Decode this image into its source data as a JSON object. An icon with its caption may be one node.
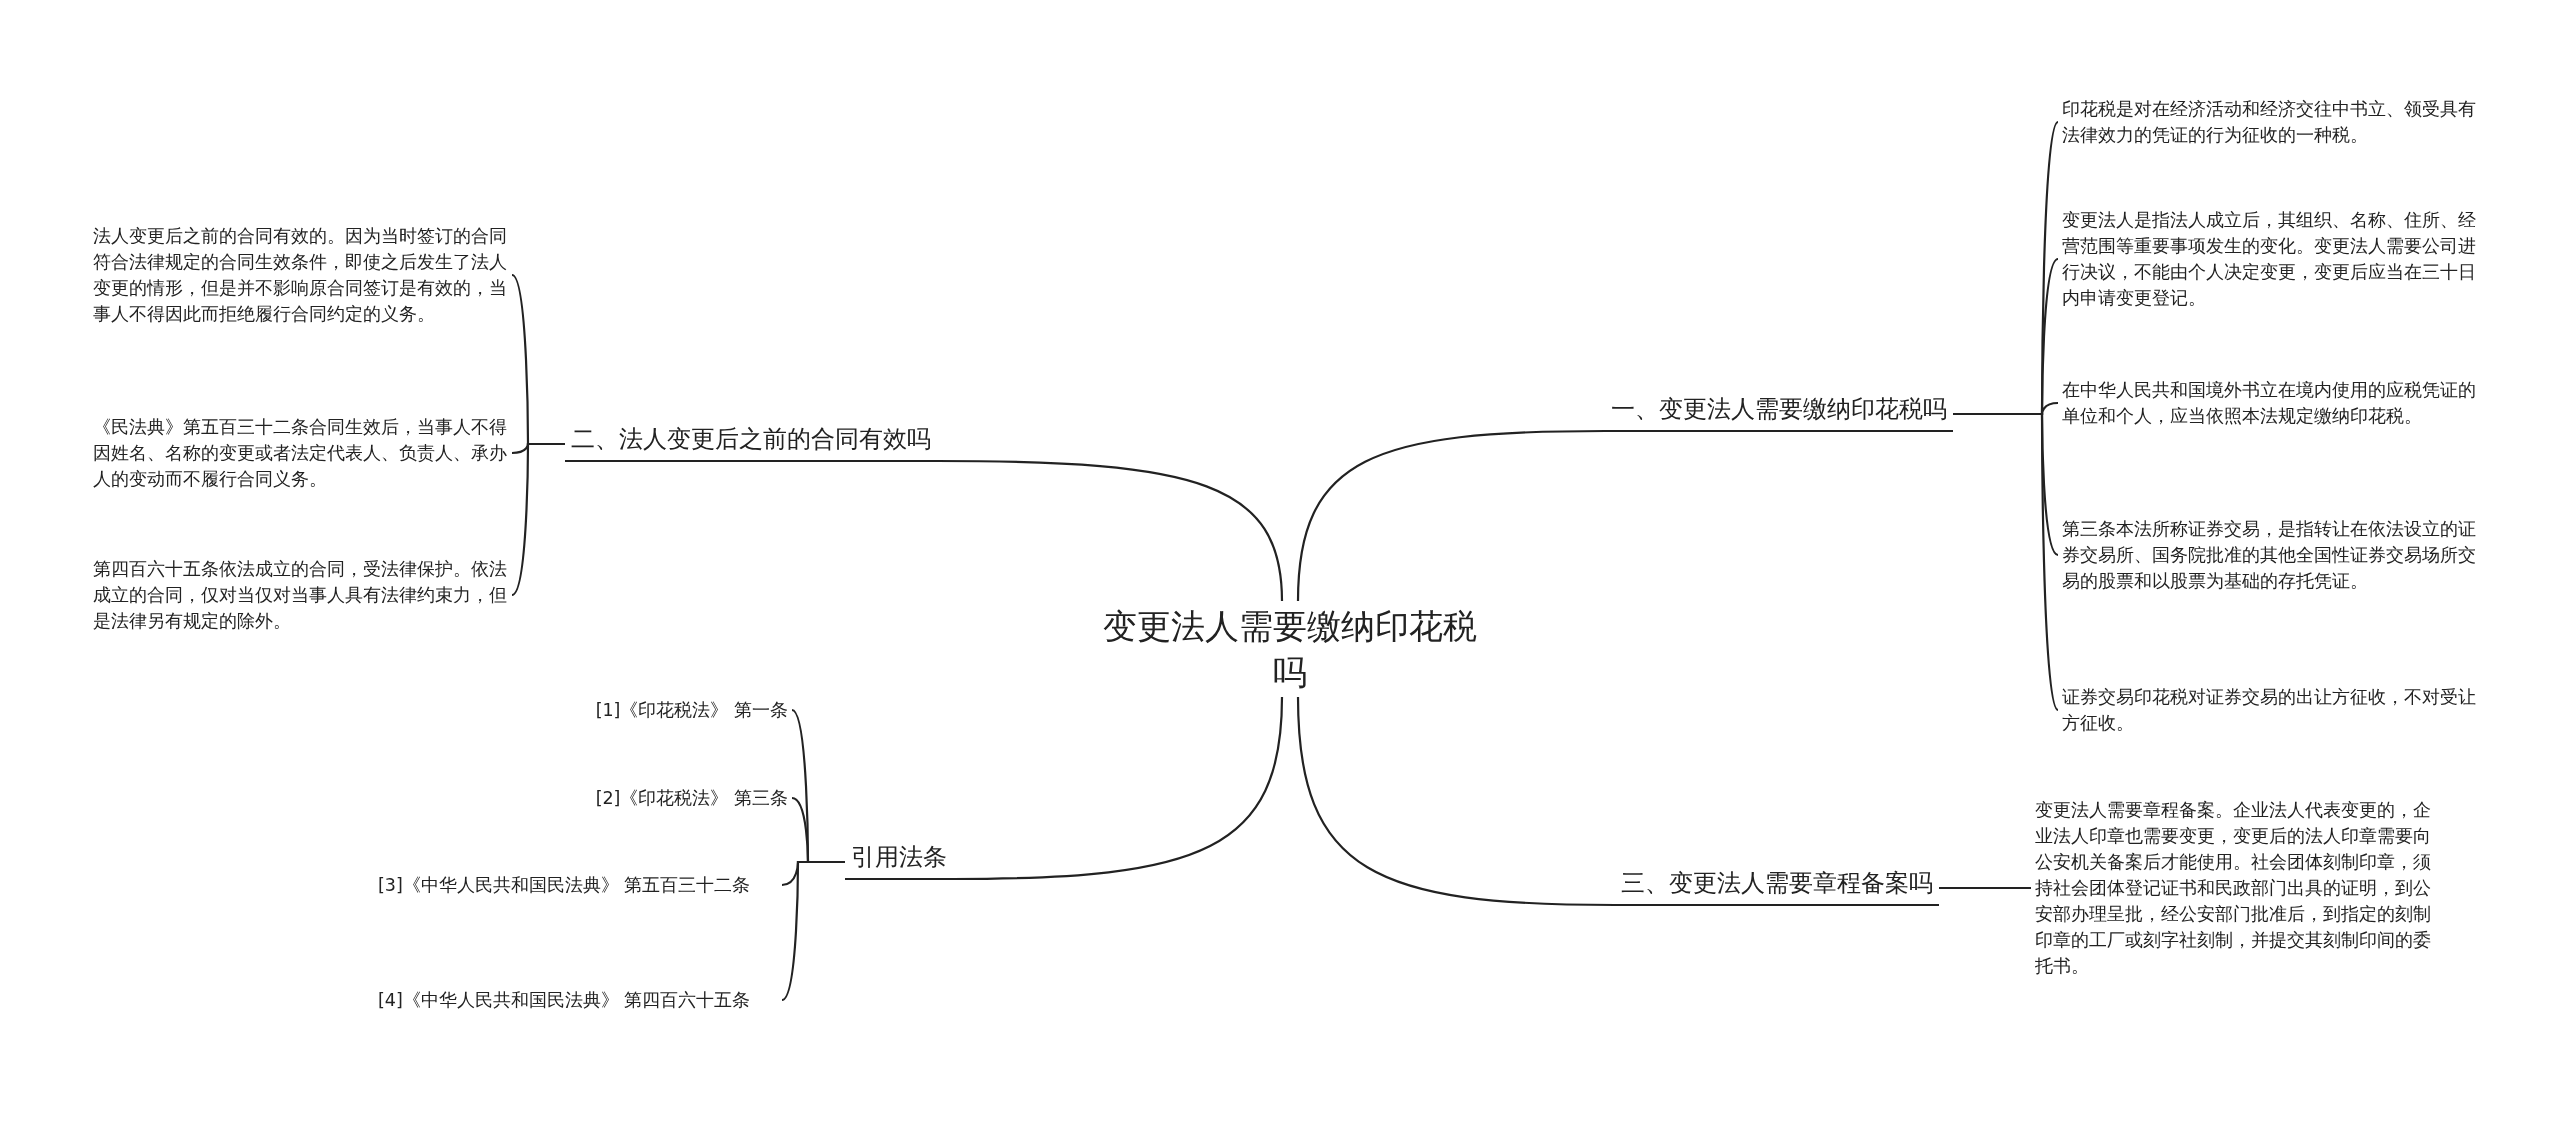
{
  "diagram": {
    "nodes": [
      {
        "text": [
          "变更法人需要缴纳印花税吗"
        ]
      },
      {
        "text": [
          "一、变更法人需要缴纳印花税吗"
        ]
      },
      {
        "text": [
          "印花税是对在经济活动和经济交往中书立、领受具有法律效力的凭证的行为征收的一种税。"
        ]
      },
      {
        "text": [
          "变更法人是指法人成立后，其组织、名称、住所、经营范围等重要事项发生的变化。变更法人需要公司进行决议，不能由个人决定变更，变更后应当在三十日内申请变更登记。"
        ]
      },
      {
        "text": [
          "在中华人民共和国境外书立在境内使用的应税凭证的单位和个人，应当依照本法规定缴纳印花税。"
        ]
      },
      {
        "text": [
          "第三条本法所称证券交易，是指转让在依法设立的证券交易所、国务院批准的其他全国性证券交易场所交易的股票和以股票为基础的存托凭证。"
        ]
      },
      {
        "text": [
          "证券交易印花税对证券交易的出让方征收，不对受让方征收。"
        ]
      },
      {
        "text": [
          "二、法人变更后之前的合同有效吗"
        ]
      },
      {
        "text": [
          "法人变更后之前的合同有效的。因为当时签订的合同符合法律规定的合同生效条件，即使之后发生了法人变更的情形，但是并不影响原合同签订是有效的，当事人不得因此而拒绝履行合同约定的义务。"
        ]
      },
      {
        "text": [
          "《民法典》第五百三十二条合同生效后，当事人不得因姓名、名称的变更或者法定代表人、负责人、承办人的变动而不履行合同义务。"
        ]
      },
      {
        "text": [
          "第四百六十五条依法成立的合同，受法律保护。依法成立的合同，仅对当仅对当事人具有法律约束力，但是法律另有规定的除外。"
        ]
      },
      {
        "text": [
          "三、变更法人需要章程备案吗"
        ]
      },
      {
        "text": [
          "变更法人需要章程备案。企业法人代表变更的，企业法人印章也需要变更，变更后的法人印章需要向公安机关备案后才能使用。社会团体刻制印章，须持社会团体登记证书和民政部门出具的证明，到公安部办理呈批，经公安部门批准后，到指定的刻制印章的工厂或刻字社刻制，并提交其刻制印间的委托书。"
        ]
      },
      {
        "text": [
          "引用法条"
        ]
      },
      {
        "text": [
          "[1]《印花税法》 第一条"
        ]
      },
      {
        "text": [
          "[2]《印花税法》 第三条"
        ]
      },
      {
        "text": [
          "[3]《中华人民共和国民法典》 第五百三十二条"
        ]
      },
      {
        "text": [
          "[4]《中华人民共和国民法典》 第四百六十五条"
        ]
      }
    ],
    "edges": [
      {
        "from": 0,
        "to": 1,
        "arrow": "none"
      },
      {
        "from": 1,
        "to": 2,
        "arrow": "none"
      },
      {
        "from": 1,
        "to": 3,
        "arrow": "none"
      },
      {
        "from": 1,
        "to": 4,
        "arrow": "none"
      },
      {
        "from": 1,
        "to": 5,
        "arrow": "none"
      },
      {
        "from": 1,
        "to": 6,
        "arrow": "none"
      },
      {
        "from": 0,
        "to": 7,
        "arrow": "none"
      },
      {
        "from": 7,
        "to": 8,
        "arrow": "none"
      },
      {
        "from": 7,
        "to": 9,
        "arrow": "none"
      },
      {
        "from": 7,
        "to": 10,
        "arrow": "none"
      },
      {
        "from": 0,
        "to": 11,
        "arrow": "none"
      },
      {
        "from": 11,
        "to": 12,
        "arrow": "none"
      },
      {
        "from": 0,
        "to": 13,
        "arrow": "none"
      },
      {
        "from": 13,
        "to": 14,
        "arrow": "none"
      },
      {
        "from": 13,
        "to": 15,
        "arrow": "none"
      },
      {
        "from": 13,
        "to": 16,
        "arrow": "none"
      },
      {
        "from": 13,
        "to": 17,
        "arrow": "none"
      }
    ]
  }
}
